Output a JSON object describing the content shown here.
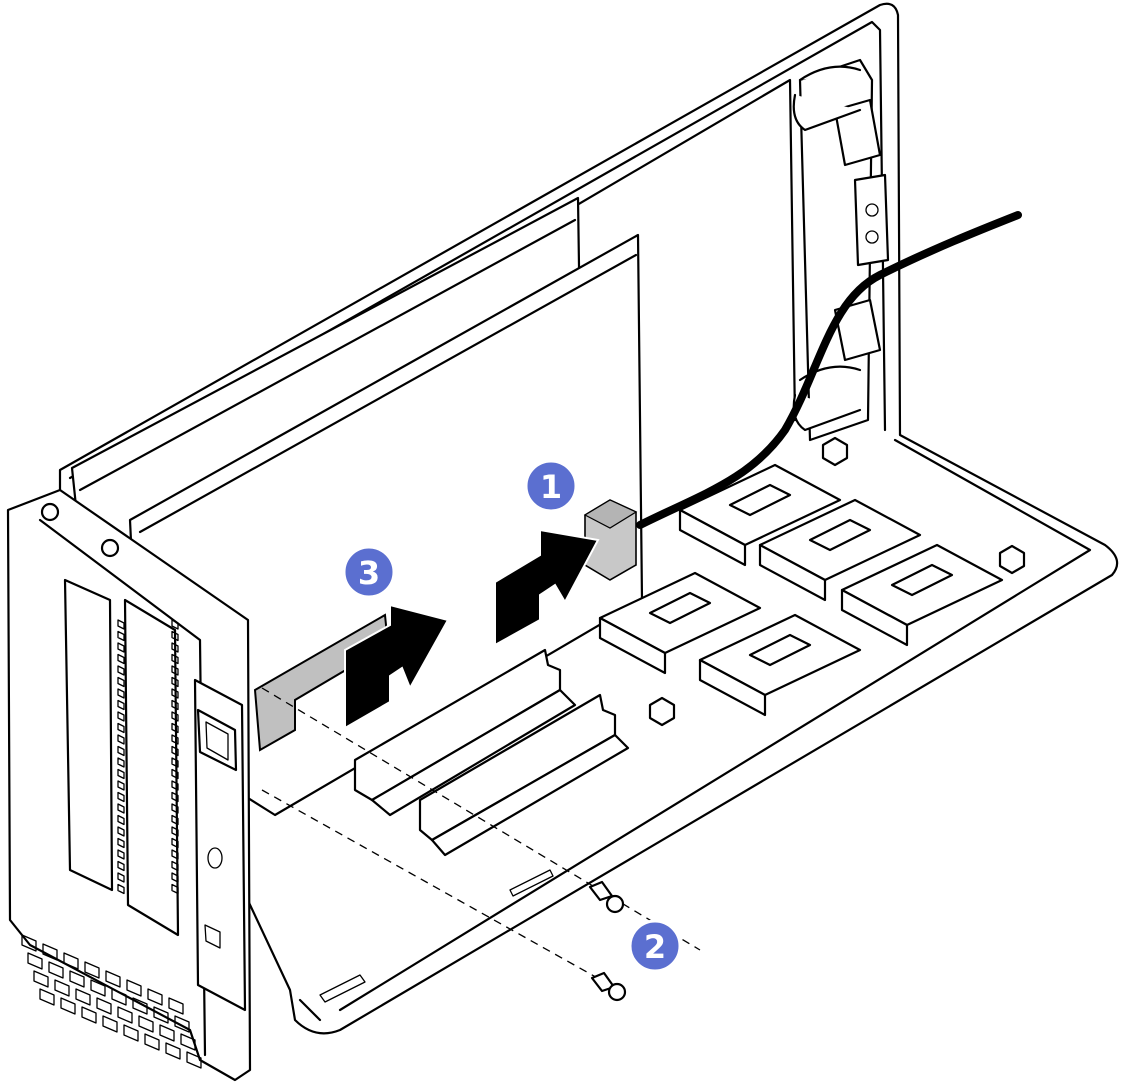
{
  "callouts": [
    {
      "label": "1"
    },
    {
      "label": "2"
    },
    {
      "label": "3"
    }
  ],
  "colors": {
    "callout_fill": "#5b6fd0",
    "callout_border": "#ffffff",
    "arrow": "#000000",
    "highlight_fill": "#c0c0c0",
    "line": "#000000",
    "background": "#ffffff"
  },
  "icons": [
    "cable",
    "screw",
    "push-arrow",
    "adapter-card",
    "riser-cage",
    "pcie-slot",
    "connector"
  ]
}
